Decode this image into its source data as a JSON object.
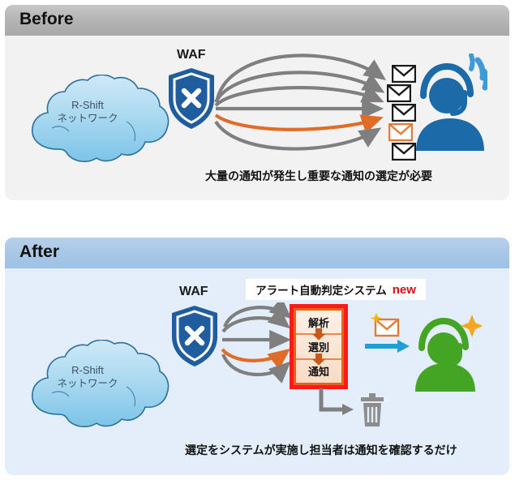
{
  "panels": [
    {
      "id": "before",
      "title": "Before",
      "header_color": "#b3b3b3",
      "background_color": "#f2f2f2",
      "cloud": {
        "line1": "R-Shift",
        "line2": "ネットワーク"
      },
      "waf_label": "WAF",
      "caption": "大量の通知が発生し重要な通知の選定が必要",
      "arrows": [
        {
          "color": "#7f7f7f",
          "style": "curve-down"
        },
        {
          "color": "#7f7f7f",
          "style": "curve-down"
        },
        {
          "color": "#7f7f7f",
          "style": "curve-down"
        },
        {
          "color": "#7f7f7f",
          "style": "straight"
        },
        {
          "color": "#e06c28",
          "style": "curve-up"
        },
        {
          "color": "#7f7f7f",
          "style": "curve-up"
        }
      ],
      "mail_icons": [
        {
          "color": "#1a1a1a"
        },
        {
          "color": "#1a1a1a"
        },
        {
          "color": "#1a1a1a"
        },
        {
          "color": "#e07b39"
        },
        {
          "color": "#1a1a1a"
        }
      ],
      "operator": {
        "color": "#1d6aa8",
        "state": "overloaded",
        "sweat_color": "#3e9bd6"
      }
    },
    {
      "id": "after",
      "title": "After",
      "header_color": "#a7c7e6",
      "background_color": "#e3eefa",
      "cloud": {
        "line1": "R-Shift",
        "line2": "ネットワーク"
      },
      "waf_label": "WAF",
      "caption": "選定をシステムが実施し担当者は通知を確認するだけ",
      "arrows": [
        {
          "color": "#7f7f7f",
          "style": "curve-down"
        },
        {
          "color": "#7f7f7f",
          "style": "curve-down"
        },
        {
          "color": "#7f7f7f",
          "style": "straight"
        },
        {
          "color": "#e06c28",
          "style": "curve-up"
        },
        {
          "color": "#7f7f7f",
          "style": "curve-up"
        }
      ],
      "system": {
        "title_jp": "アラート自動判定システム",
        "title_badge": "new",
        "badge_color": "#d10f17",
        "border_color": "#ff1a1a",
        "inner_border_color": "#e8621c",
        "steps": [
          "解析",
          "選別",
          "通知"
        ]
      },
      "output_mail": {
        "color": "#e07b39",
        "sparkle_color": "#f5b301"
      },
      "output_arrow": {
        "color": "#1f9fd8"
      },
      "operator": {
        "color": "#44a423",
        "state": "relaxed",
        "sparkle_color": "#f5a623"
      },
      "discard_arrow": {
        "color": "#7f7f7f"
      },
      "trash": {
        "color": "#8c8c8c"
      }
    }
  ]
}
